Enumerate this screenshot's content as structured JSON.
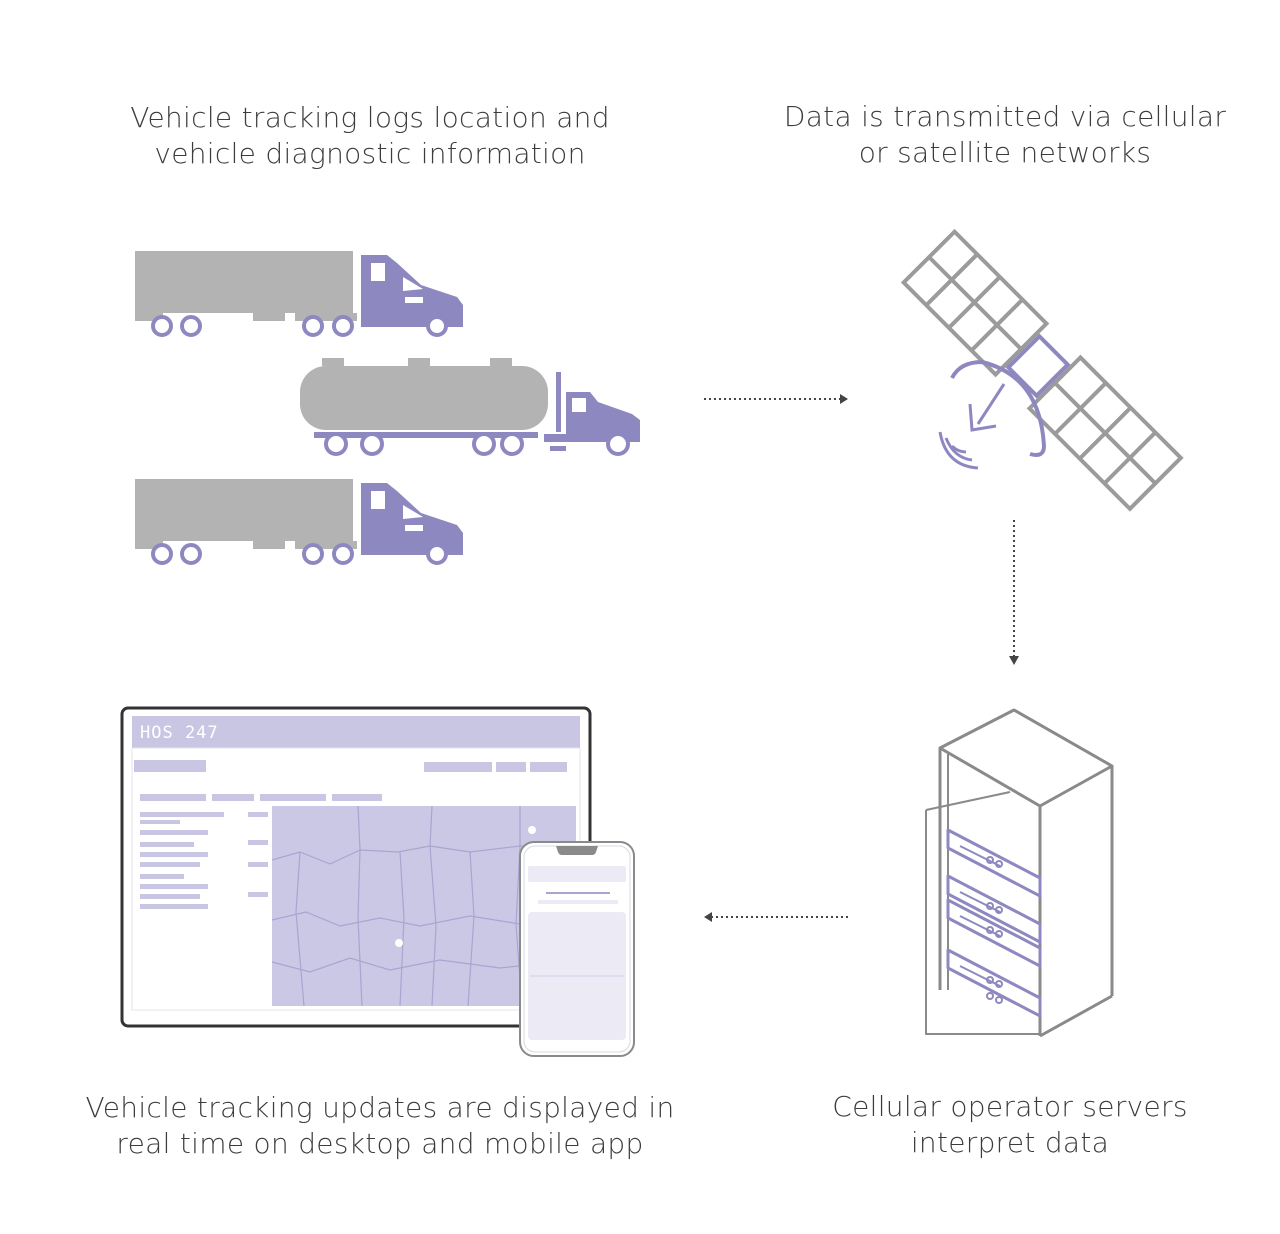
{
  "steps": {
    "track": {
      "line1": "Vehicle tracking logs location and",
      "line2": "vehicle diagnostic information"
    },
    "transmit": {
      "line1": "Data is transmitted via cellular",
      "line2": "or satellite networks"
    },
    "display": {
      "line1": "Vehicle tracking updates are displayed in",
      "line2": "real time on desktop and mobile app"
    },
    "interpret": {
      "line1": "Cellular operator servers",
      "line2": "interpret data"
    }
  },
  "desktop_app": {
    "brand": "HOS 247"
  },
  "icons": {
    "trucks": "semi-truck-icon",
    "tanker": "tanker-truck-icon",
    "satellite": "satellite-icon",
    "server": "server-rack-icon",
    "desktop": "desktop-monitor-icon",
    "mobile": "mobile-phone-icon",
    "arrow": "dotted-arrow-icon"
  },
  "colors": {
    "accent": "#8e88c0",
    "accent_light": "#cbc8e6",
    "gray": "#b3b3b3",
    "outline": "#8a8a8a"
  }
}
